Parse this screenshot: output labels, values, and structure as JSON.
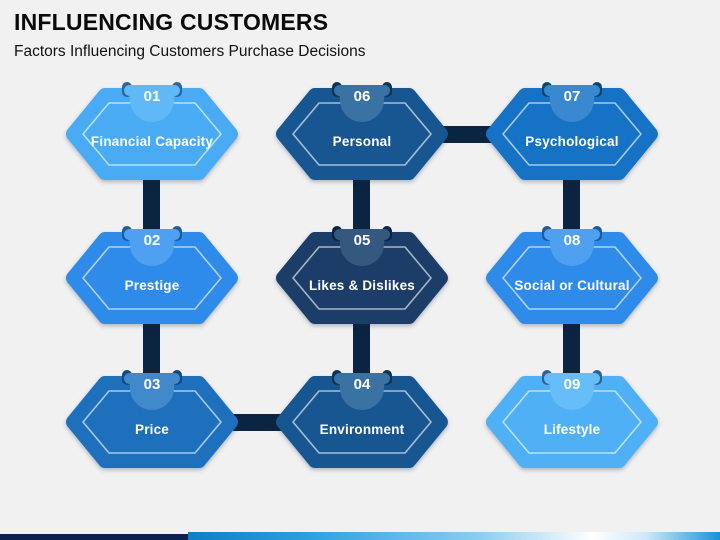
{
  "slide": {
    "title": "INFLUENCING CUSTOMERS",
    "subtitle": "Factors Influencing Customers Purchase Decisions"
  },
  "hexagons": [
    {
      "number": "01",
      "label": "Financial Capacity",
      "body_color": "#49ABF4",
      "badge_color": "#60B8F7",
      "pin_color": "#2D6496"
    },
    {
      "number": "02",
      "label": "Prestige",
      "body_color": "#2F8BE9",
      "badge_color": "#4FA0F0",
      "pin_color": "#1D5C9C"
    },
    {
      "number": "03",
      "label": "Price",
      "body_color": "#1E70BD",
      "badge_color": "#4189CA",
      "pin_color": "#14497F"
    },
    {
      "number": "04",
      "label": "Environment",
      "body_color": "#175690",
      "badge_color": "#3A72A3",
      "pin_color": "#0E3355"
    },
    {
      "number": "05",
      "label": "Likes & Dislikes",
      "body_color": "#1B3D68",
      "badge_color": "#35587F",
      "pin_color": "#0D2544"
    },
    {
      "number": "06",
      "label": "Personal",
      "body_color": "#175690",
      "badge_color": "#3A72A3",
      "pin_color": "#0E3355"
    },
    {
      "number": "07",
      "label": "Psychological",
      "body_color": "#1572C4",
      "badge_color": "#3A88CF",
      "pin_color": "#0E4570"
    },
    {
      "number": "08",
      "label": "Social or Cultural",
      "body_color": "#2F8BE9",
      "badge_color": "#4FA0F0",
      "pin_color": "#1D5C9C"
    },
    {
      "number": "09",
      "label": "Lifestyle",
      "body_color": "#4FB0F5",
      "badge_color": "#66BDF8",
      "pin_color": "#2D6496"
    }
  ],
  "connections": [
    "01-02",
    "02-03",
    "03-04",
    "04-05",
    "05-06",
    "06-07",
    "07-08",
    "08-09"
  ],
  "colors": {
    "background": "#F1F1F2",
    "connector": "#0B2441",
    "footer_navy": "#0D2150",
    "footer_blue": "#1B95D9"
  }
}
